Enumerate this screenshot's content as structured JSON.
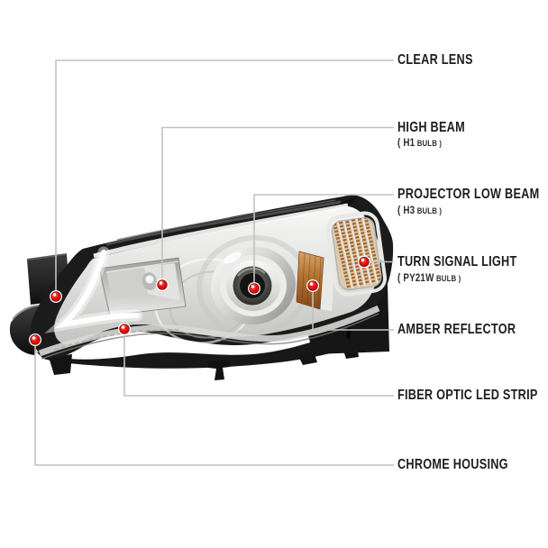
{
  "diagram": {
    "subject": "chrome-projector-headlight-callout-diagram",
    "colors": {
      "background": "#ffffff",
      "marker_red": "#ee1111",
      "callout_line_gray": "#c2c2c0",
      "label_text": "#1d1d1d",
      "sublabel_text": "#2d2d2d",
      "housing_black": "#1b1b1b",
      "chrome_silver": "#d8d8d6",
      "amber": "#a8682e"
    },
    "parts": [
      {
        "name": "clear-lens",
        "label": "CLEAR LENS"
      },
      {
        "name": "high-beam",
        "label": "HIGH BEAM",
        "bulb_code": "( H1",
        "bulb_type": "BULB )"
      },
      {
        "name": "projector-low-beam",
        "label": "PROJECTOR LOW BEAM",
        "bulb_code": "( H3",
        "bulb_type": "BULB )"
      },
      {
        "name": "turn-signal-light",
        "label": "TURN SIGNAL LIGHT",
        "bulb_code": "( PY21W",
        "bulb_type": "BULB )"
      },
      {
        "name": "amber-reflector",
        "label": "AMBER REFLECTOR"
      },
      {
        "name": "fiber-optic-led-strip",
        "label": "FIBER OPTIC LED STRIP"
      },
      {
        "name": "chrome-housing",
        "label": "CHROME HOUSING"
      }
    ]
  }
}
